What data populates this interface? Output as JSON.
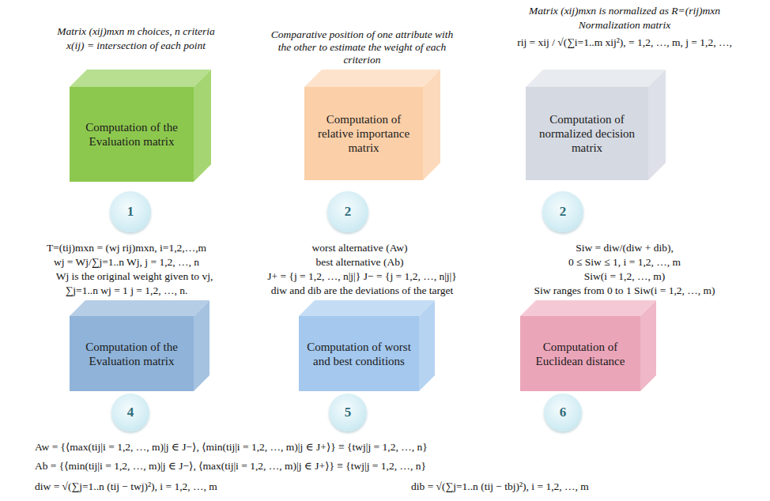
{
  "diagram": {
    "nodes": [
      {
        "text": [
          "Computation of the Evaluation matrix"
        ]
      },
      {
        "text": [
          "1"
        ]
      },
      {
        "text": [
          "Computation of relative importance matrix"
        ]
      },
      {
        "text": [
          "2"
        ]
      },
      {
        "text": [
          "Computation of normalized decision matrix"
        ]
      },
      {
        "text": [
          "2"
        ]
      },
      {
        "text": [
          "Computation of the Evaluation matrix"
        ]
      },
      {
        "text": [
          "4"
        ]
      },
      {
        "text": [
          "Computation of worst and best conditions"
        ]
      },
      {
        "text": [
          "5"
        ]
      },
      {
        "text": [
          "Computation of Euclidean distance"
        ]
      },
      {
        "text": [
          "6"
        ]
      }
    ],
    "labels": [
      "Matrix (xij)mxn m choices, n criteria",
      "x(ij) = intersection of each point",
      "Comparative position of one attribute with the other to estimate the weight of each criterion",
      "Matrix (xij)mxn is normalized as R=(rij)mxn",
      "Normalization matrix",
      "rij = xij / √(∑i=1..m xij²), = 1,2, …, m, j = 1,2, …,",
      "T=(tij)mxn = (wj rij)mxn, i=1,2,…,m",
      "wj = Wj/∑j=1..n Wj, j = 1,2, …, n",
      "Wj is the original weight given to vj,",
      "∑j=1..n wj = 1      j = 1,2, …, n.",
      "worst alternative (Aw)",
      "best alternative (Ab)",
      "J+ = {j = 1,2, …, n|j|} J− = {j = 1,2, …, n|j|}",
      "diw and dib are the deviations of the target",
      "Siw = diw/(diw + dib),",
      "0 ≤ Siw ≤ 1, i = 1,2, …, m",
      "Siw(i = 1,2, …, m)",
      "Siw ranges from 0 to 1  Siw(i = 1,2, …, m)",
      "Aw = {⟨max(tij|i = 1,2, …, m)|j ∈ J−⟩, ⟨min(tij|i = 1,2, …, m)|j ∈ J+⟩} ≡ {twj|j = 1,2, …, n}",
      "Ab = {⟨min(tij|i = 1,2, …, m)|j ∈ J−⟩, ⟨max(tij|i = 1,2, …, m)|j ∈ J+⟩} ≡ {twj|j = 1,2, …, n}",
      "diw = √(∑j=1..n (tij − twj)²), i = 1,2, …, m",
      "dib = √(∑j=1..n (tij − tbj)²), i = 1,2, …, m"
    ]
  }
}
